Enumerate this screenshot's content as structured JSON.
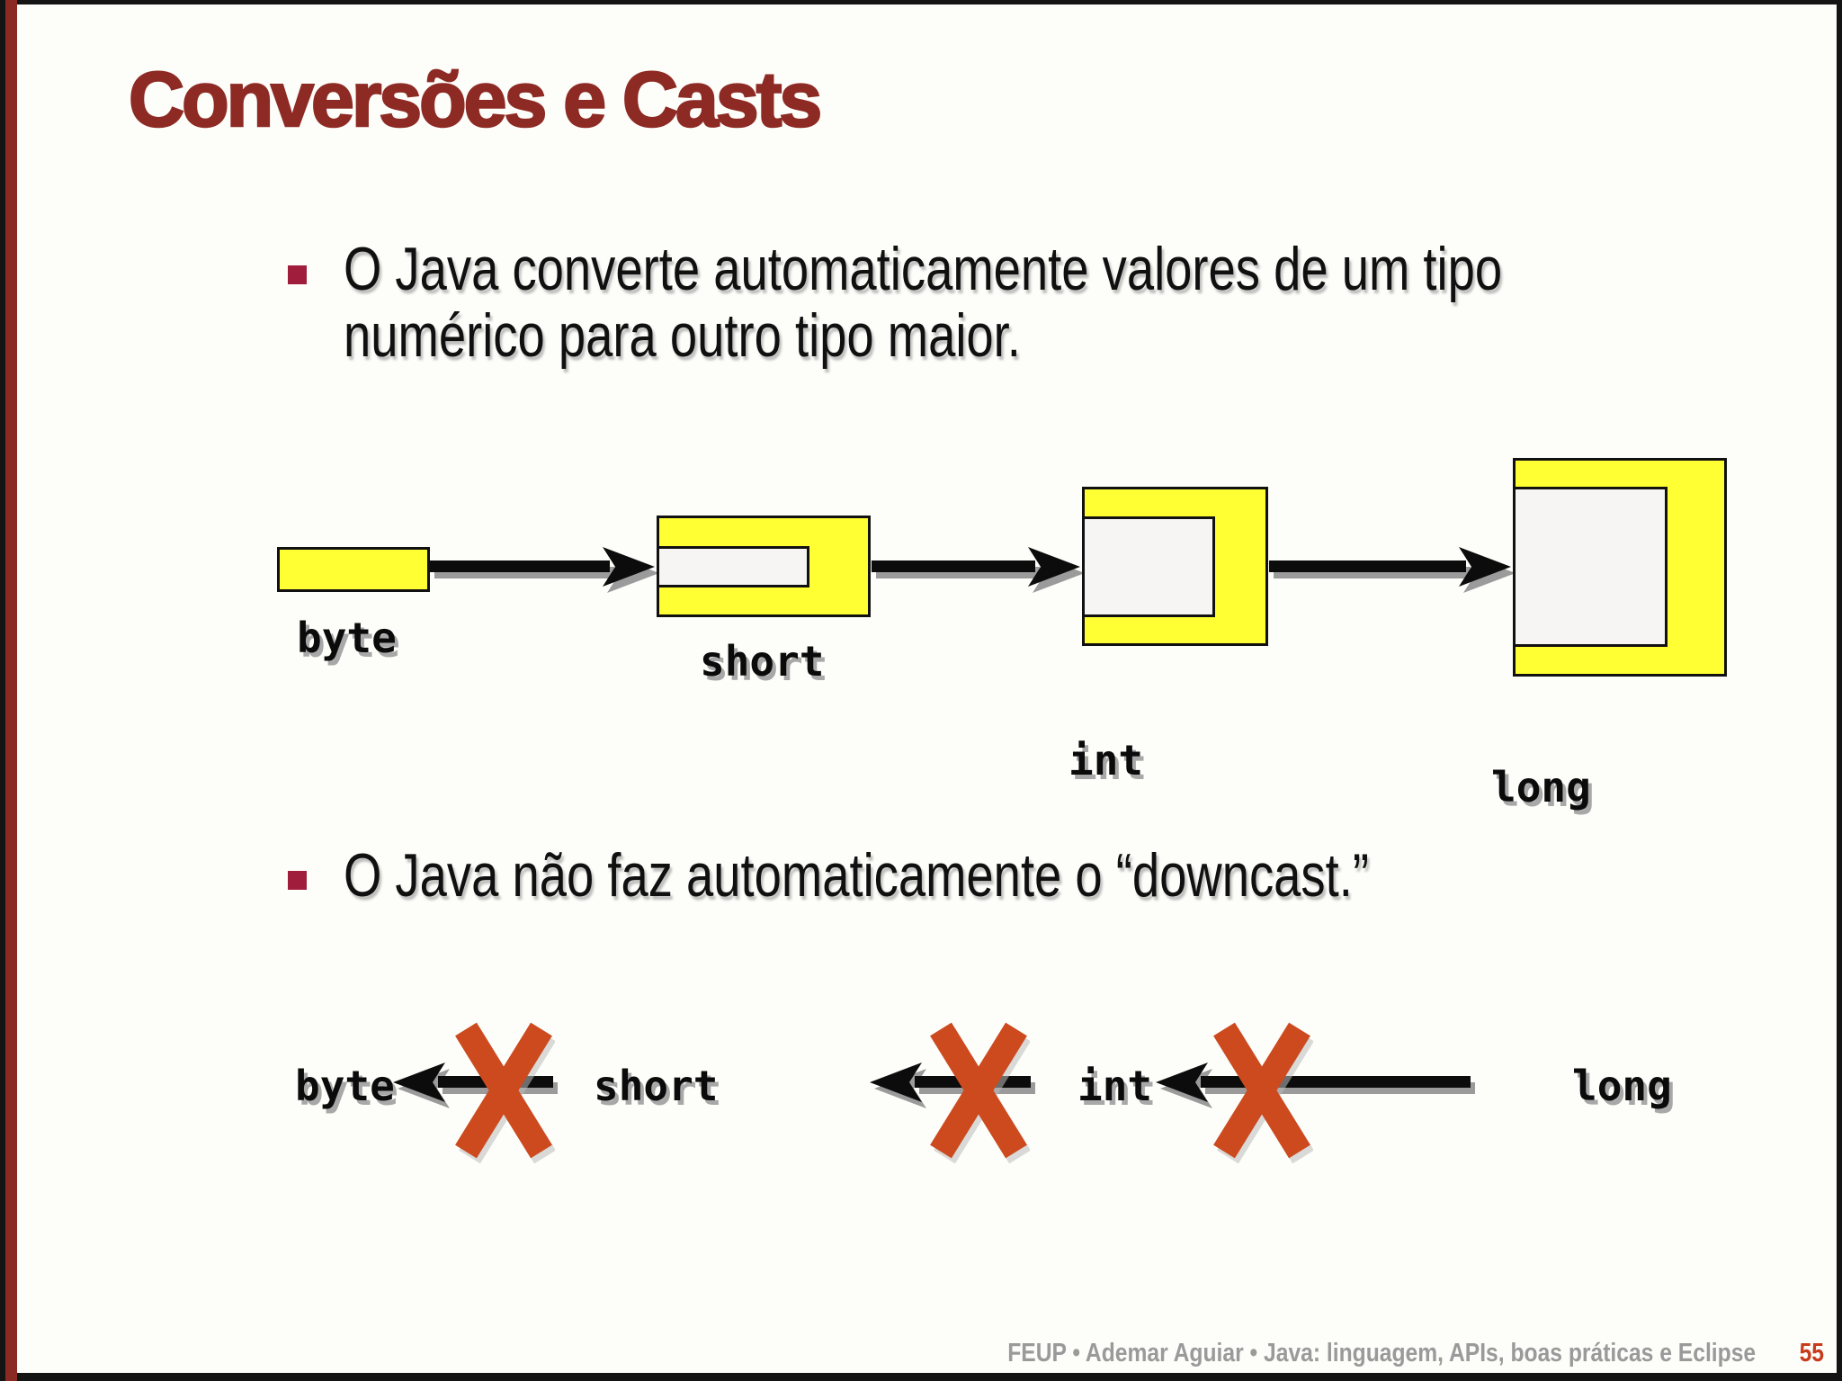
{
  "title": "Conversões e Casts",
  "bullet1": {
    "line1": "O Java converte automaticamente valores de um tipo",
    "line2": "numérico para outro tipo maior."
  },
  "bullet2": {
    "line1": "O Java não faz automaticamente o “downcast.”"
  },
  "upcast": {
    "labels": [
      "byte",
      "short",
      "int",
      "long"
    ]
  },
  "downcast": {
    "labels": [
      "byte",
      "short",
      "int",
      "long"
    ]
  },
  "footer": {
    "credits": "FEUP • Ademar Aguiar • Java: linguagem, APIs, boas práticas e Eclipse",
    "page_number": "55"
  },
  "colors": {
    "title_maroon": "#8E2A24",
    "left_bar_maroon": "#8A2A22",
    "bullet_marker_crimson": "#A01E3C",
    "box_yellow": "#FFFF33",
    "inner_box_white": "#F6F5F3",
    "cross_orange": "#CC4A1E",
    "footer_gray": "#9a9a9a",
    "page_number_red": "#C63C1C"
  }
}
